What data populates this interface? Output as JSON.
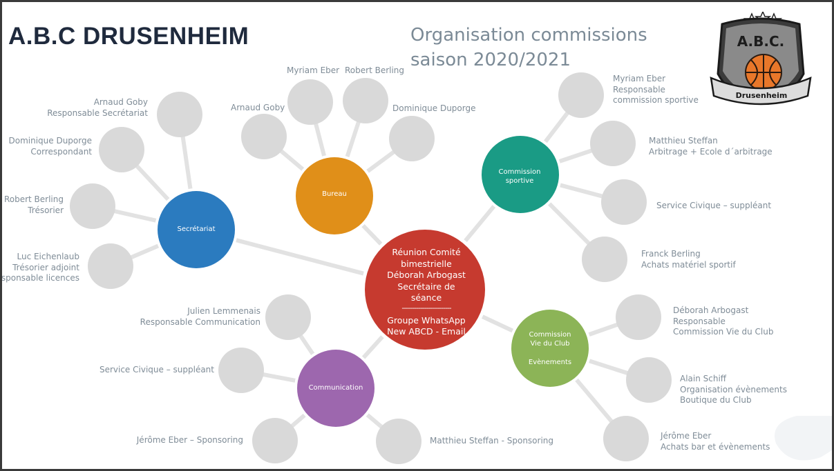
{
  "header": {
    "title": "A.B.C DRUSENHEIM",
    "subtitle_lines": [
      "Organisation commissions",
      "saison 2020/2021"
    ]
  },
  "logo": {
    "initials": "A.B.C.",
    "name": "Drusenheim"
  },
  "colors": {
    "secretariat": "#2b7bbf",
    "bureau": "#e08f19",
    "commission_sportive": "#1a9b85",
    "vie_du_club": "#8cb457",
    "communication": "#9d67ae",
    "central": "#c63a2f",
    "member_circle": "#d9d9d9",
    "connector": "#e2e2e2",
    "text": "#7f8c97"
  },
  "center": {
    "lines": [
      "Réunion Comité",
      "bimestrielle",
      "Déborah Arbogast",
      "Secrétaire de",
      "séance"
    ],
    "separator": "------------------------",
    "lines2": [
      "Groupe WhatsApp",
      "New ABCD - Email"
    ]
  },
  "hubs": {
    "secretariat": {
      "lines": [
        "Secrétariat"
      ]
    },
    "bureau": {
      "lines": [
        "Bureau"
      ]
    },
    "commission_sportive": {
      "lines": [
        "Commission",
        "sportive"
      ]
    },
    "vie_du_club": {
      "lines": [
        "Commission",
        "Vie du Club",
        "",
        "Evènements"
      ]
    },
    "communication": {
      "lines": [
        "Communication"
      ]
    }
  },
  "members": {
    "secretariat": [
      {
        "lines": [
          "Arnaud Goby",
          "Responsable Secrétariat"
        ]
      },
      {
        "lines": [
          "Dominique Duporge",
          "Correspondant"
        ]
      },
      {
        "lines": [
          "Robert Berling",
          "Trésorier"
        ]
      },
      {
        "lines": [
          "Luc Eichenlaub",
          "Trésorier adjoint",
          "Responsable licences"
        ]
      }
    ],
    "bureau": [
      {
        "lines": [
          "Arnaud Goby"
        ]
      },
      {
        "lines": [
          "Myriam Eber"
        ]
      },
      {
        "lines": [
          "Robert Berling"
        ]
      },
      {
        "lines": [
          "Dominique Duporge"
        ]
      }
    ],
    "commission_sportive": [
      {
        "lines": [
          "Myriam Eber",
          "Responsable",
          "commission sportive"
        ]
      },
      {
        "lines": [
          "Matthieu Steffan",
          "Arbitrage + Ecole d´arbitrage"
        ]
      },
      {
        "lines": [
          "Service Civique – suppléant"
        ]
      },
      {
        "lines": [
          "Franck Berling",
          "Achats matériel sportif"
        ]
      }
    ],
    "vie_du_club": [
      {
        "lines": [
          "Déborah Arbogast",
          "Responsable",
          "Commission Vie du Club"
        ]
      },
      {
        "lines": [
          "Alain Schiff",
          "Organisation évènements",
          "Boutique du Club"
        ]
      },
      {
        "lines": [
          "Jérôme Eber",
          "Achats  bar et évènements"
        ]
      }
    ],
    "communication": [
      {
        "lines": [
          "Julien Lemmenais",
          "Responsable Communication"
        ]
      },
      {
        "lines": [
          "Service Civique – suppléant"
        ]
      },
      {
        "lines": [
          "Jérôme Eber – Sponsoring"
        ]
      },
      {
        "lines": [
          "Matthieu Steffan - Sponsoring"
        ]
      }
    ]
  }
}
